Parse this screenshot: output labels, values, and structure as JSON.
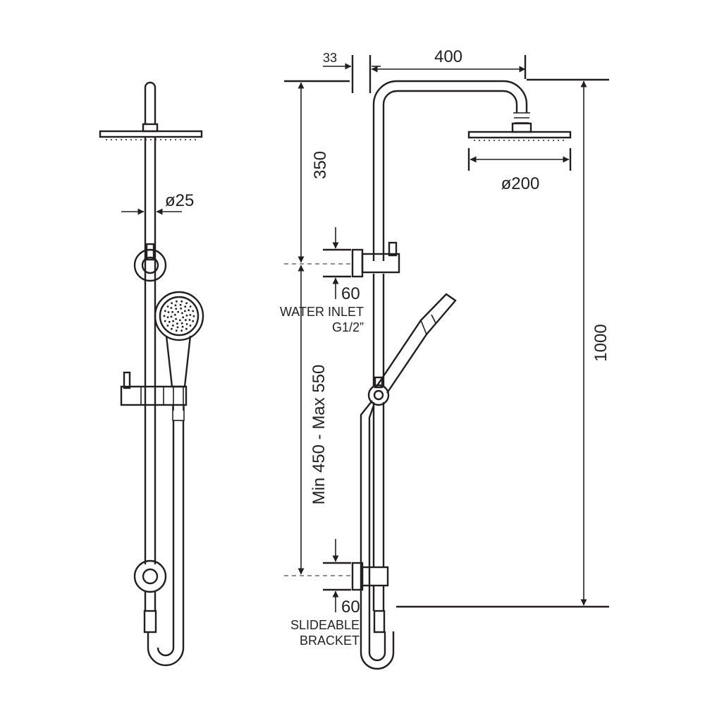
{
  "diagram": {
    "dimensions": {
      "pipe_diameter": "ø25",
      "wall_offset": "33",
      "arm_length": "400",
      "head_diameter": "ø200",
      "head_drop": "350",
      "upper_bracket_offset": "60",
      "lower_bracket_offset": "60",
      "bracket_spacing": "Min 450 - Max 550",
      "total_height": "1000"
    },
    "labels": {
      "water_inlet_line1": "WATER INLET",
      "water_inlet_line2": "G1/2”",
      "slideable_line1": "SLIDEABLE",
      "slideable_line2": "BRACKET"
    }
  }
}
